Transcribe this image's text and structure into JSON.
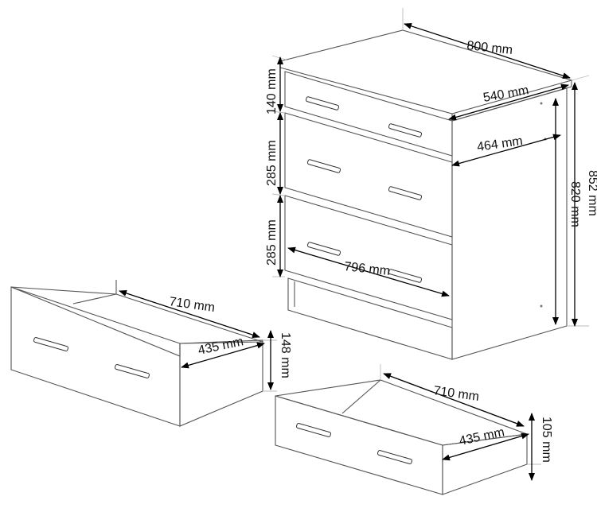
{
  "dimensions": {
    "cabinet_width": "800 mm",
    "cabinet_depth": "540 mm",
    "inner_depth": "464 mm",
    "total_height": "852 mm",
    "body_height": "820 mm",
    "top_drawer_height": "140 mm",
    "middle_drawer_height": "285 mm",
    "bottom_drawer_height": "285 mm",
    "inner_width": "796 mm",
    "left_drawer_width": "710 mm",
    "left_drawer_depth": "435 mm",
    "left_drawer_height": "148 mm",
    "right_drawer_width": "710 mm",
    "right_drawer_depth": "435 mm",
    "right_drawer_height": "105 mm"
  },
  "colors": {
    "line": "#555555",
    "dimension": "#000000",
    "background": "#ffffff"
  }
}
